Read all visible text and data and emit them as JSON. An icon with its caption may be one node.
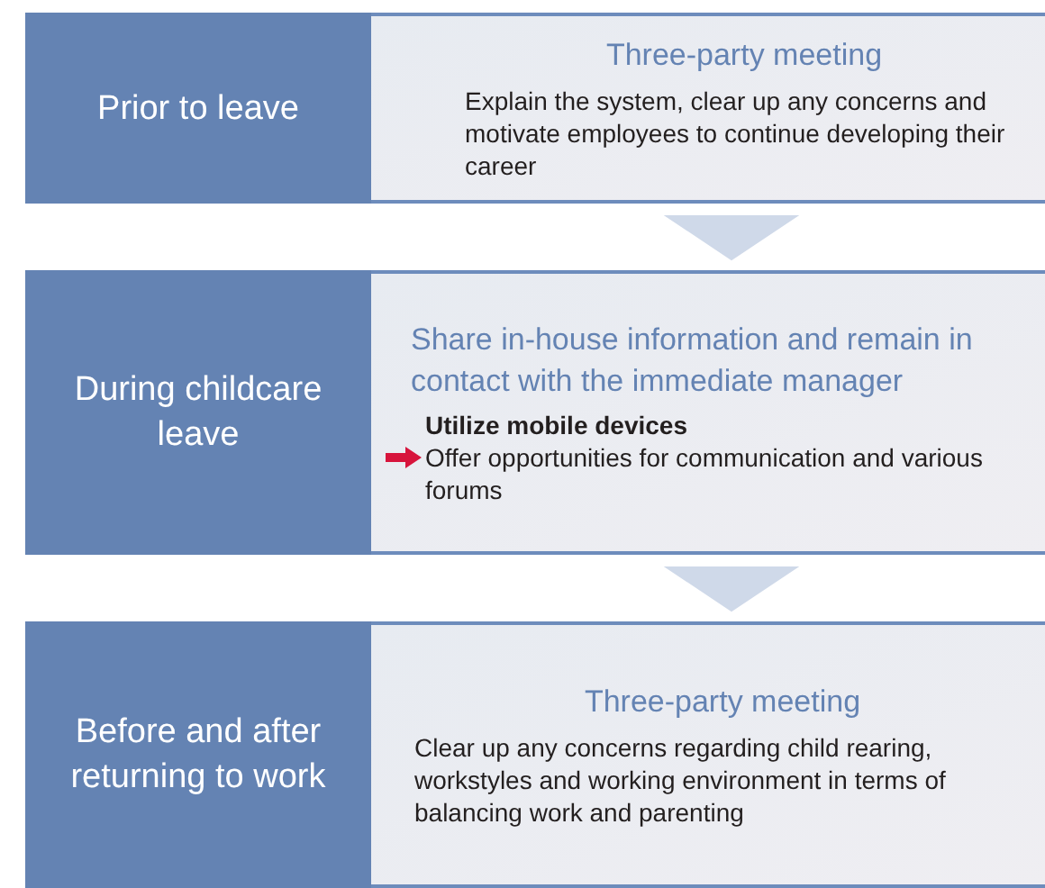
{
  "diagram": {
    "nodes": [
      {
        "text": [
          "Prior to leave"
        ]
      },
      {
        "text": [
          "Three-party meeting",
          "Explain the system, clear up any concerns and motivate employees to continue developing their career"
        ]
      },
      {
        "text": [
          "During childcare leave"
        ]
      },
      {
        "text": [
          "Share in-house information and remain in contact with the immediate manager",
          "Utilize mobile devices",
          "Offer opportunities for communication and various forums"
        ]
      },
      {
        "text": [
          "Before and after returning to work"
        ]
      },
      {
        "text": [
          "Three-party meeting",
          "Clear up any concerns regarding child rearing, workstyles and working environment in terms of balancing work and parenting"
        ]
      }
    ],
    "edges": [
      {
        "from": 1,
        "to": 3,
        "arrow": "to"
      },
      {
        "from": 3,
        "to": 5,
        "arrow": "to"
      }
    ]
  }
}
